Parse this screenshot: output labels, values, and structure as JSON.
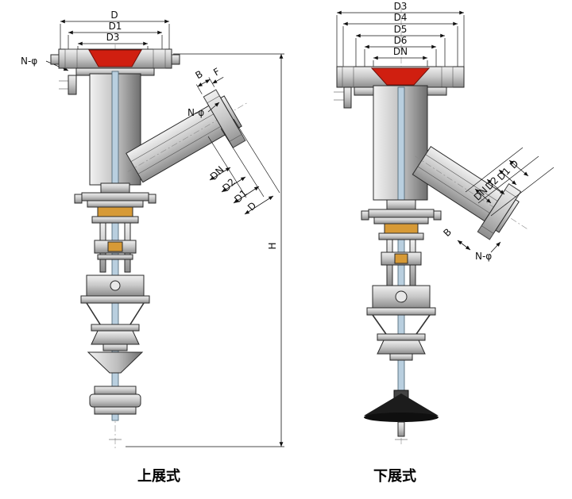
{
  "figure": {
    "caption_left": "上展式",
    "caption_right": "下展式"
  },
  "left_valve": {
    "dim_d": "D",
    "dim_d1": "D1",
    "dim_d3": "D3",
    "nphi": "N-φ",
    "branch_b": "B",
    "branch_f": "F",
    "branch_nphi": "N-φ",
    "branch_dn": "DN",
    "branch_d2": "D2",
    "branch_d1": "D1",
    "branch_d": "D",
    "dim_h": "H"
  },
  "right_valve": {
    "dim_d3": "D3",
    "dim_d4": "D4",
    "dim_d5": "D5",
    "dim_d6": "D6",
    "dim_dn": "DN",
    "branch_dn": "DN",
    "branch_d2": "D2",
    "branch_d1": "D1",
    "branch_d": "D",
    "branch_b": "B",
    "branch_nphi": "N-φ"
  },
  "colors": {
    "seat_red": "#d01f10",
    "gland_orange": "#d79a36",
    "stem_blue": "#b9cfdf",
    "line": "#1a1a1a"
  }
}
